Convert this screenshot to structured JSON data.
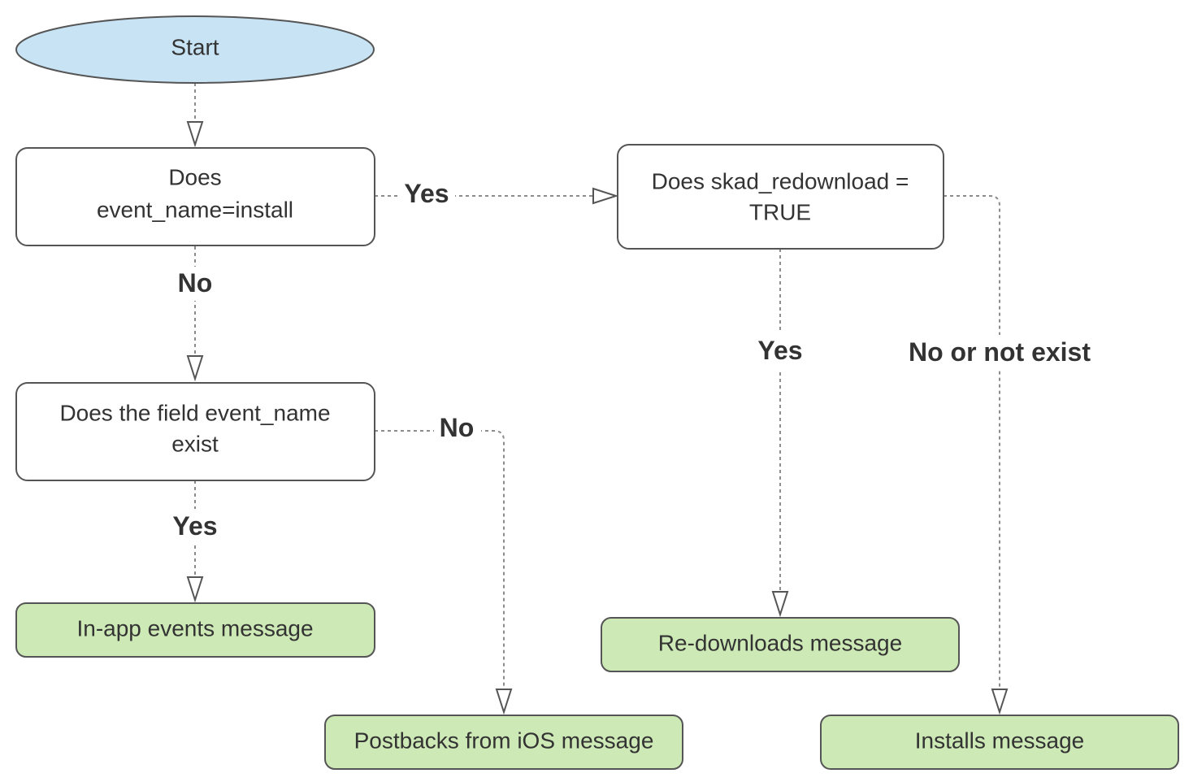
{
  "nodes": {
    "start": {
      "label": "Start"
    },
    "is_install": {
      "line1": "Does",
      "line2": "event_name=install"
    },
    "skad_redownload": {
      "line1": "Does skad_redownload  =",
      "line2": "TRUE"
    },
    "field_exists": {
      "line1": "Does the field event_name",
      "line2": "exist"
    },
    "inapp_message": {
      "label": "In-app events  message"
    },
    "redownloads_message": {
      "label": "Re-downloads message"
    },
    "postbacks_message": {
      "label": "Postbacks from iOS message"
    },
    "installs_message": {
      "label": "Installs message"
    }
  },
  "edges": {
    "install_yes": "Yes",
    "install_no": "No",
    "exists_no": "No",
    "exists_yes": "Yes",
    "redownload_yes": "Yes",
    "redownload_no": "No or not exist"
  },
  "colors": {
    "start_fill": "#c7e3f4",
    "result_fill": "#cde9b5",
    "decision_fill": "#ffffff",
    "stroke": "#555555",
    "connector": "#8c8c8c"
  }
}
